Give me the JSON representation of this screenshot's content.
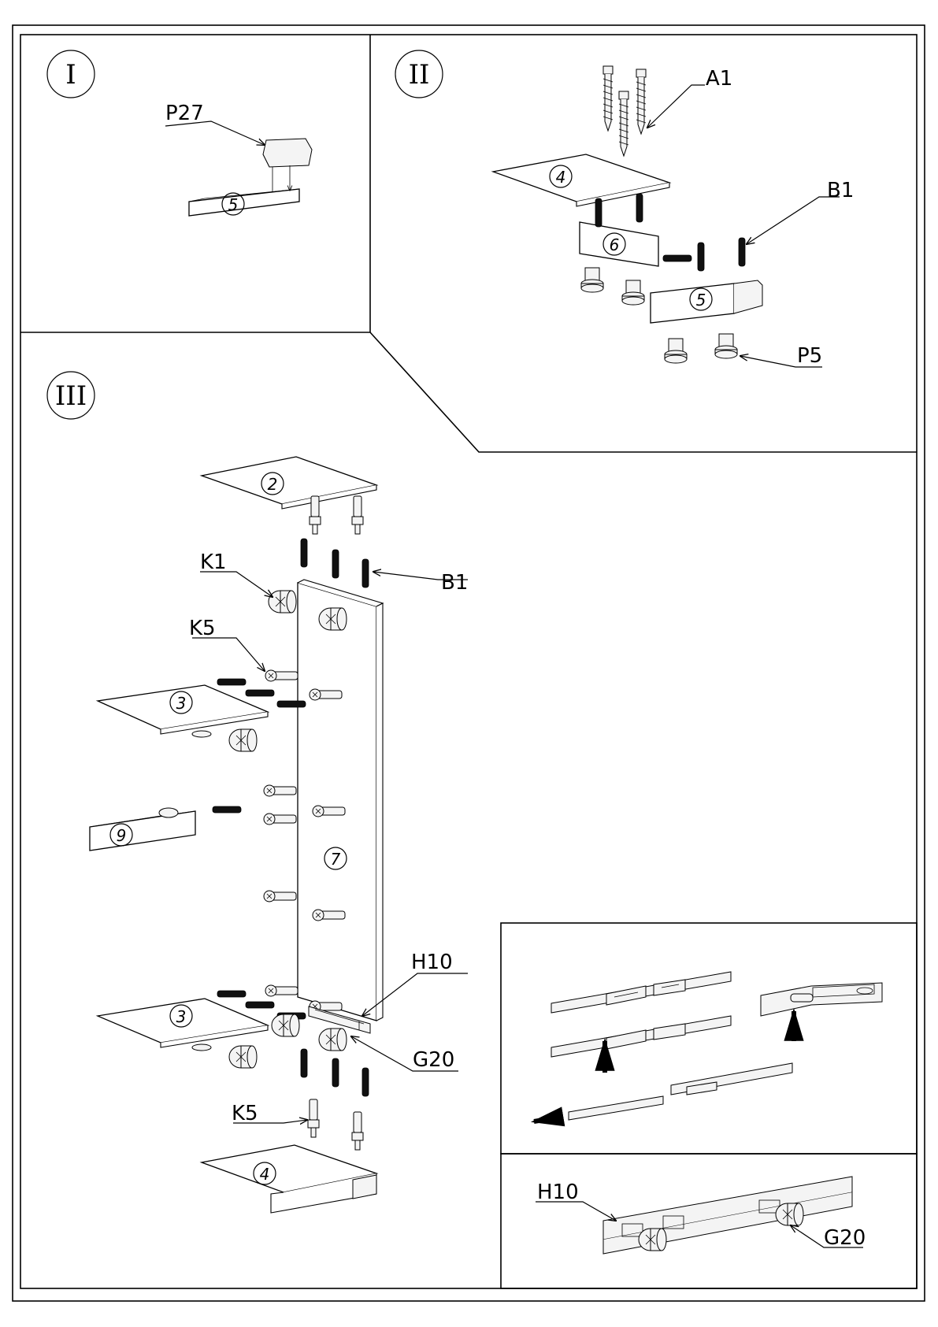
{
  "steps": {
    "step1": "I",
    "step2": "II",
    "step3": "III"
  },
  "part_labels": {
    "p27": "P27",
    "a1": "A1",
    "b1_step2": "B1",
    "p5": "P5",
    "k1": "K1",
    "b1_step3": "B1",
    "k5_top": "K5",
    "h10_main": "H10",
    "g20_main": "G20",
    "k5_bottom": "K5",
    "h10_detail": "H10",
    "g20_detail": "G20"
  },
  "panel_numbers": {
    "p5_step1": "5",
    "p4_step2": "4",
    "p6_step2": "6",
    "p5_step2": "5",
    "p2": "2",
    "p3_upper": "3",
    "p9": "9",
    "p7": "7",
    "p3_lower": "3",
    "p4_bottom": "4"
  }
}
